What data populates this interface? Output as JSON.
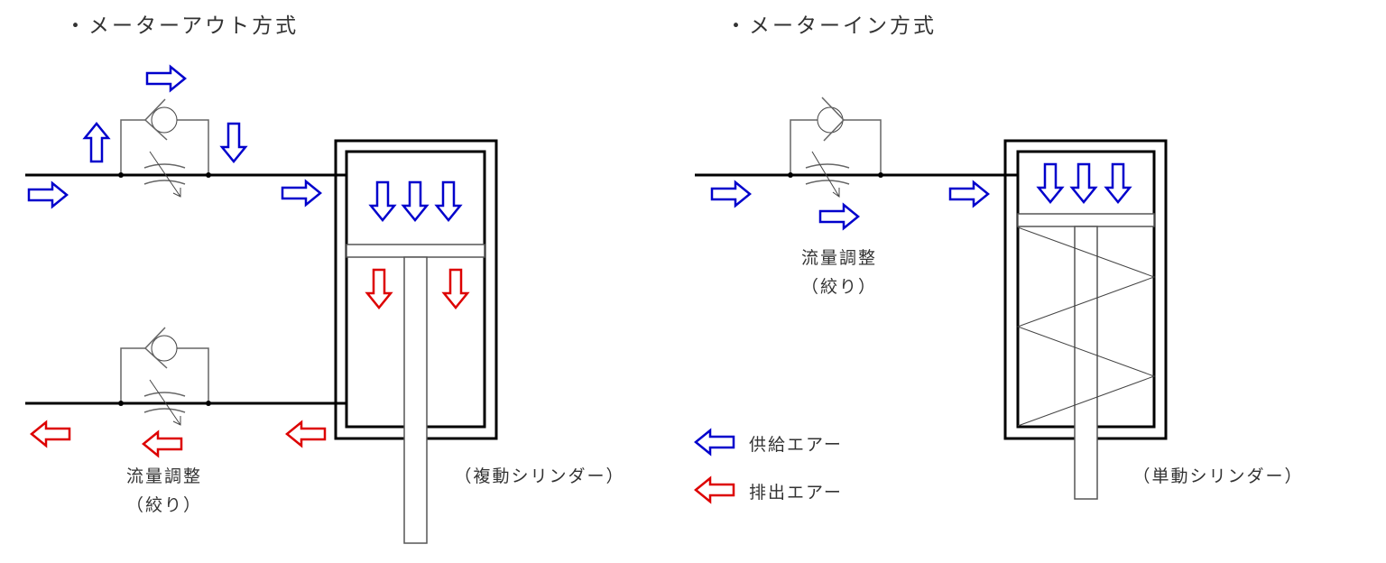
{
  "colors": {
    "supply": "#0000cc",
    "exhaust": "#dd0000",
    "line": "#000000"
  },
  "meter_out": {
    "title": "・メーターアウト方式",
    "flow_label": "流量調整",
    "flow_sub": "（絞り）",
    "cylinder_label": "（複動シリンダー）"
  },
  "meter_in": {
    "title": "・メーターイン方式",
    "flow_label": "流量調整",
    "flow_sub": "（絞り）",
    "cylinder_label": "（単動シリンダー）"
  },
  "legend": [
    {
      "label": "供給エアー",
      "type": "supply"
    },
    {
      "label": "排出エアー",
      "type": "exhaust"
    }
  ]
}
